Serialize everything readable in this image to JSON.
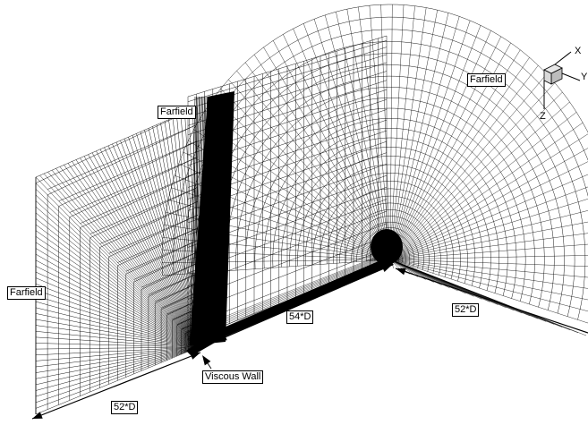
{
  "labels": {
    "farfield_top": "Farfield",
    "farfield_right": "Farfield",
    "farfield_left": "Farfield",
    "viscous_wall": "Viscous Wall",
    "dim_54": "54*D",
    "dim_52_right": "52*D",
    "dim_52_bottom": "52*D"
  },
  "axes": {
    "x": "X",
    "y": "Y",
    "z": "Z"
  },
  "colors": {
    "mesh": "#000000",
    "background": "#ffffff",
    "triad_fill": "#bdbdbd"
  }
}
